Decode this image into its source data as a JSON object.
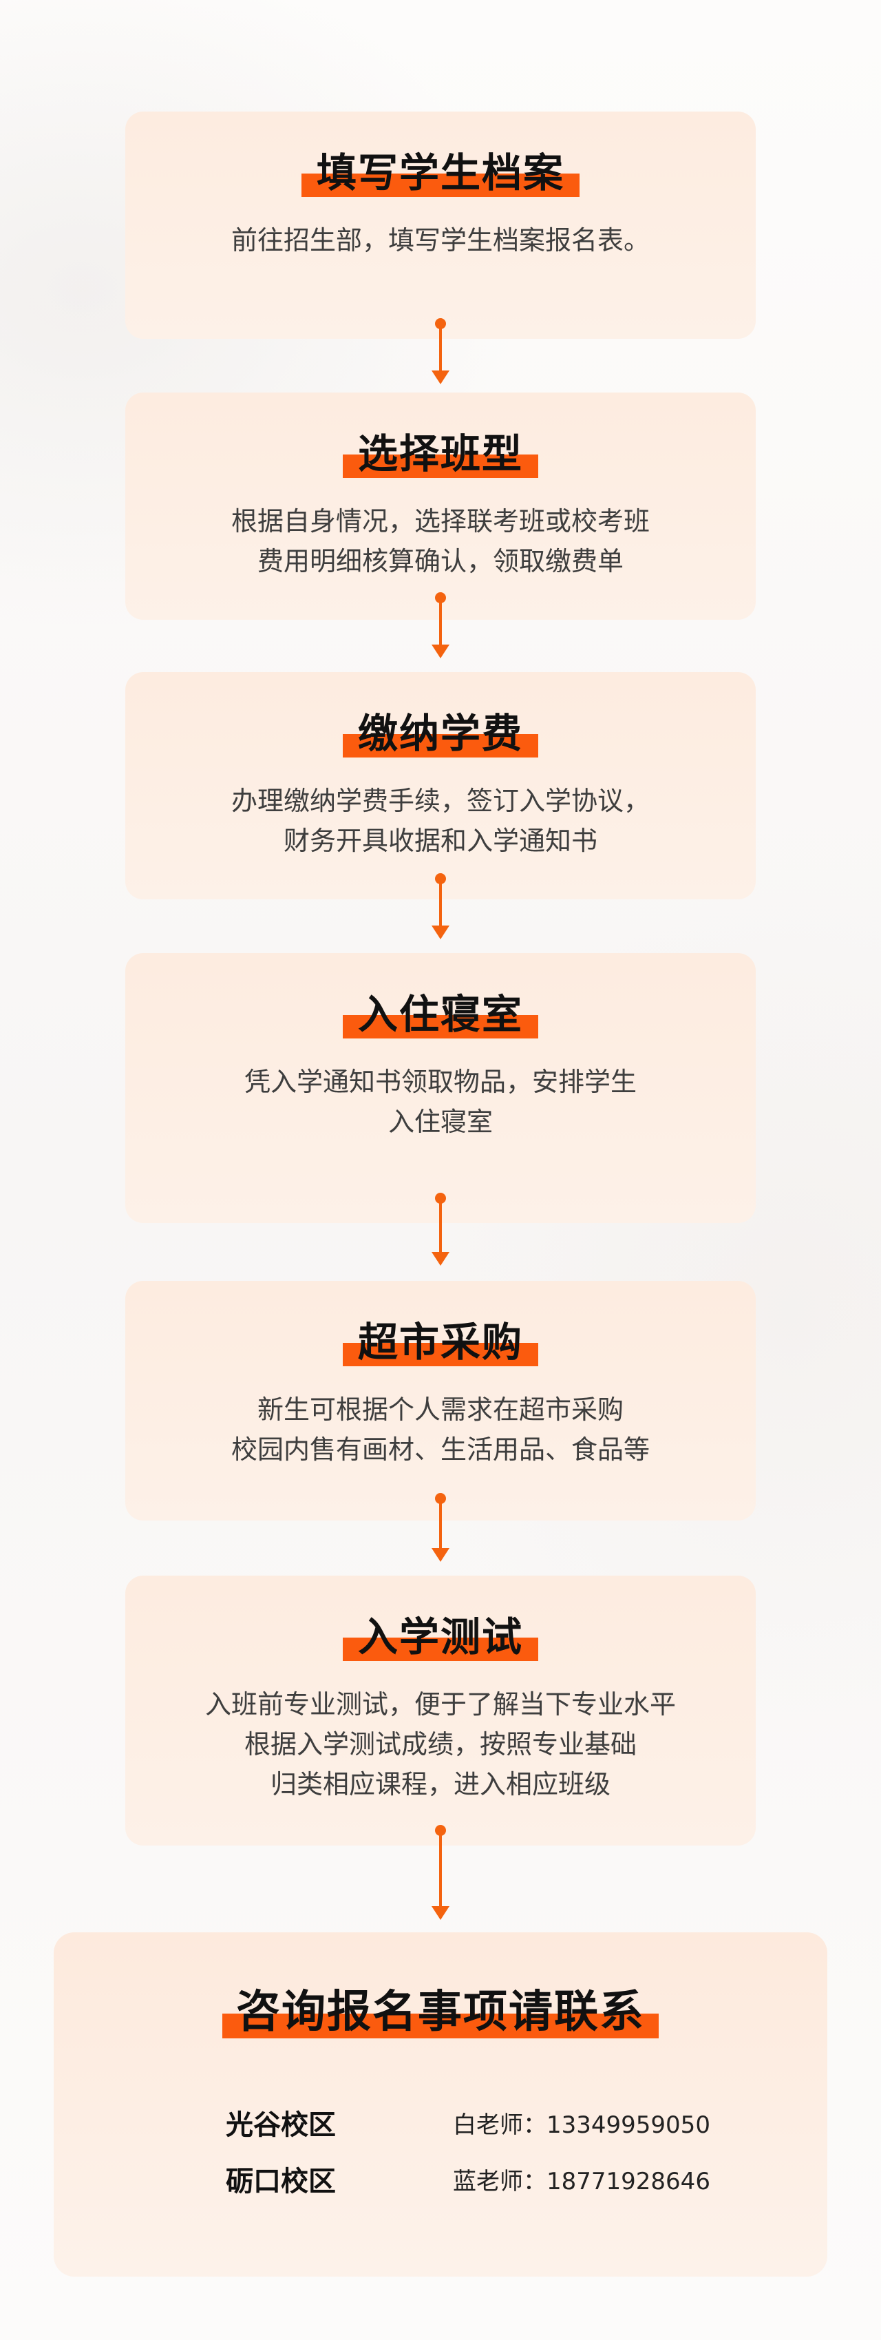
{
  "steps": [
    {
      "title": "填写学生档案",
      "lines": [
        "前往招生部，填写学生档案报名表。"
      ]
    },
    {
      "title": "选择班型",
      "lines": [
        "根据自身情况，选择联考班或校考班",
        "费用明细核算确认，领取缴费单"
      ]
    },
    {
      "title": "缴纳学费",
      "lines": [
        "办理缴纳学费手续，签订入学协议，",
        "财务开具收据和入学通知书"
      ]
    },
    {
      "title": "入住寝室",
      "lines": [
        "凭入学通知书领取物品，安排学生",
        "入住寝室"
      ]
    },
    {
      "title": "超市采购",
      "lines": [
        "新生可根据个人需求在超市采购",
        "校园内售有画材、生活用品、食品等"
      ]
    },
    {
      "title": "入学测试",
      "lines": [
        "入班前专业测试，便于了解当下专业水平",
        "根据入学测试成绩，按照专业基础",
        "归类相应课程，进入相应班级"
      ]
    }
  ],
  "contact": {
    "title": "咨询报名事项请联系",
    "rows": [
      {
        "campus": "光谷校区",
        "teacher": "白老师：13349959050"
      },
      {
        "campus": "砺口校区",
        "teacher": "蓝老师：18771928646"
      }
    ]
  },
  "colors": {
    "accent": "#fb5b0e",
    "card": "#fdeee3",
    "arrow": "#f4630f"
  }
}
